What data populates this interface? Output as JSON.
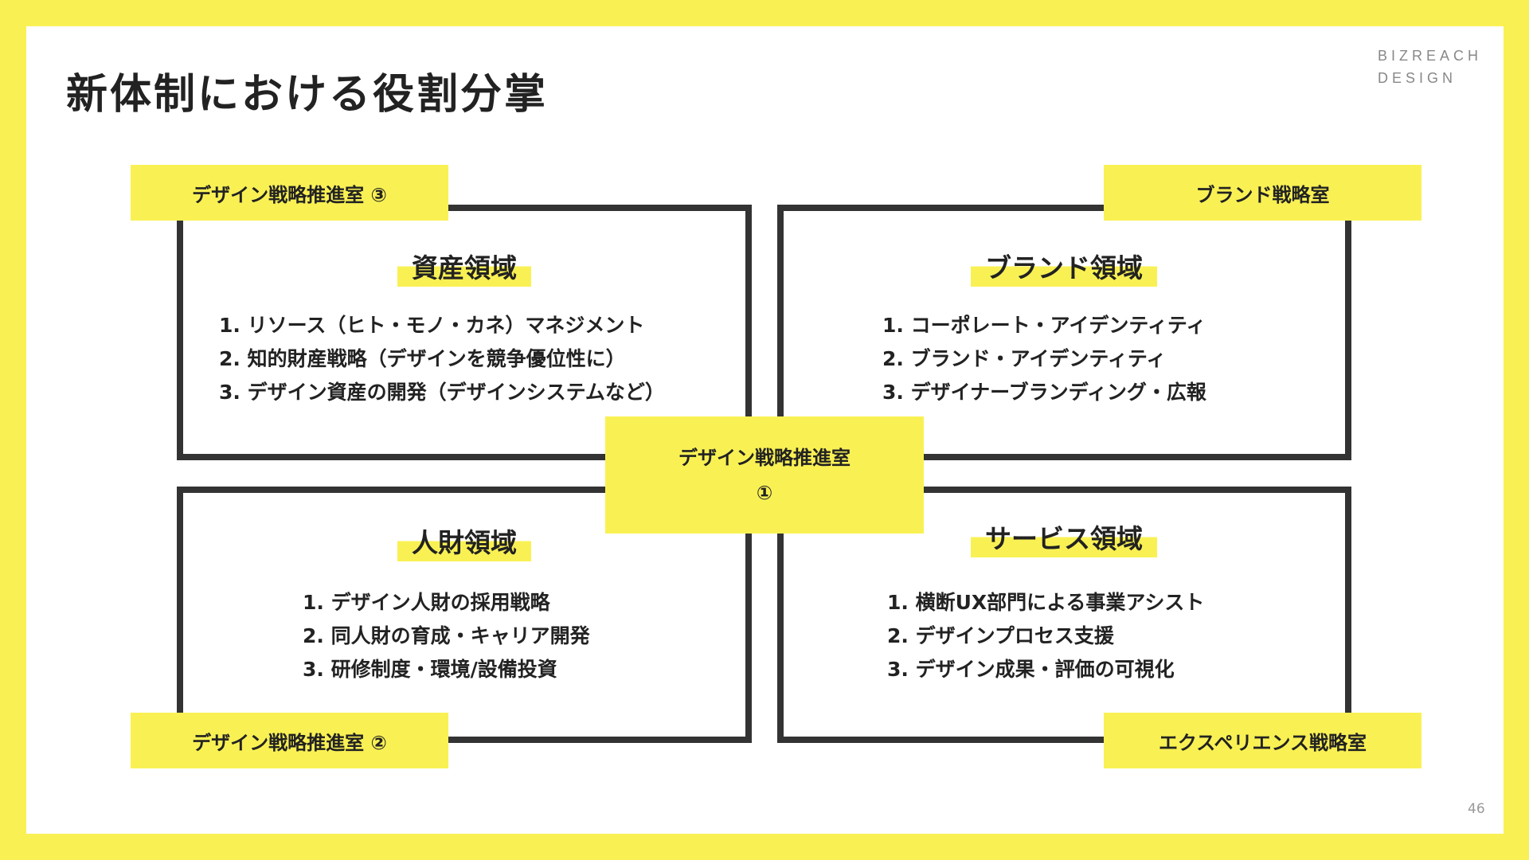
{
  "title": "新体制における役割分掌",
  "logo": [
    "BIZREACH",
    "DESIGN"
  ],
  "labels": {
    "top_left": "デザイン戦略推進室 ③",
    "top_right": "ブランド戦略室",
    "bottom_left": "デザイン戦略推進室 ②",
    "bottom_right": "エクスペリエンス戦略室",
    "center": [
      "デザイン戦略推進室",
      "①"
    ]
  },
  "quadrants": {
    "assets": {
      "heading": "資産領域",
      "items": [
        "1. リソース（ヒト・モノ・カネ）マネジメント",
        "2. 知的財産戦略（デザインを競争優位性に）",
        "3. デザイン資産の開発（デザインシステムなど）"
      ]
    },
    "brand": {
      "heading": "ブランド領域",
      "items": [
        "1. コーポレート・アイデンティティ",
        "2. ブランド・アイデンティティ",
        "3. デザイナーブランディング・広報"
      ]
    },
    "talent": {
      "heading": "人財領域",
      "items": [
        "1. デザイン人財の採用戦略",
        "2. 同人財の育成・キャリア開発",
        "3. 研修制度・環境/設備投資"
      ]
    },
    "service": {
      "heading": "サービス領域",
      "items": [
        "1. 横断UX部門による事業アシスト",
        "2. デザインプロセス支援",
        "3. デザイン成果・評価の可視化"
      ]
    }
  },
  "page_number": "46",
  "colors": {
    "accent": "#F9F154",
    "border": "#333333"
  }
}
